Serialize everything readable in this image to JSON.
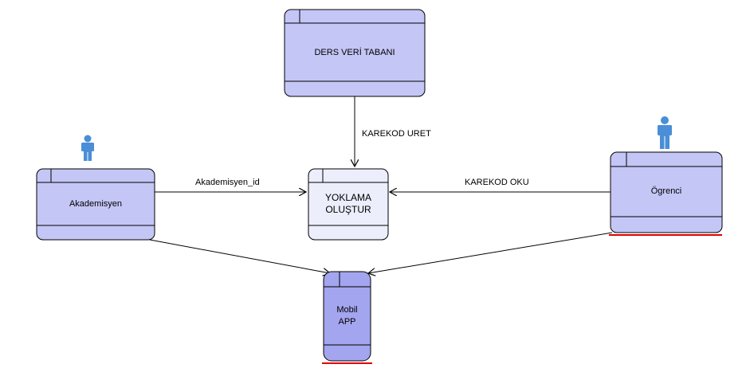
{
  "colors": {
    "fill": "#c4c6f6",
    "fill_light": "#eceefb",
    "fill_dark": "#a3a5ee",
    "stroke": "#000000",
    "actor": "#4a8ed8",
    "underline": "#e00000"
  },
  "nodes": {
    "ders": {
      "label": "DERS VERİ TABANI"
    },
    "akademisyen": {
      "label": "Akademisyen"
    },
    "yoklama": {
      "label": "YOKLAMA\nOLUŞTUR"
    },
    "ogrenci": {
      "label": "Ögrenci"
    },
    "mobil": {
      "label": "Mobil\nAPP"
    }
  },
  "edges": {
    "karekod_uret": {
      "label": "KAREKOD URET"
    },
    "akademisyen_id": {
      "label": "Akademisyen_id"
    },
    "karekod_oku": {
      "label": "KAREKOD OKU"
    }
  },
  "icons": {
    "akademisyen_actor": "person-icon",
    "ogrenci_actor": "person-icon"
  }
}
